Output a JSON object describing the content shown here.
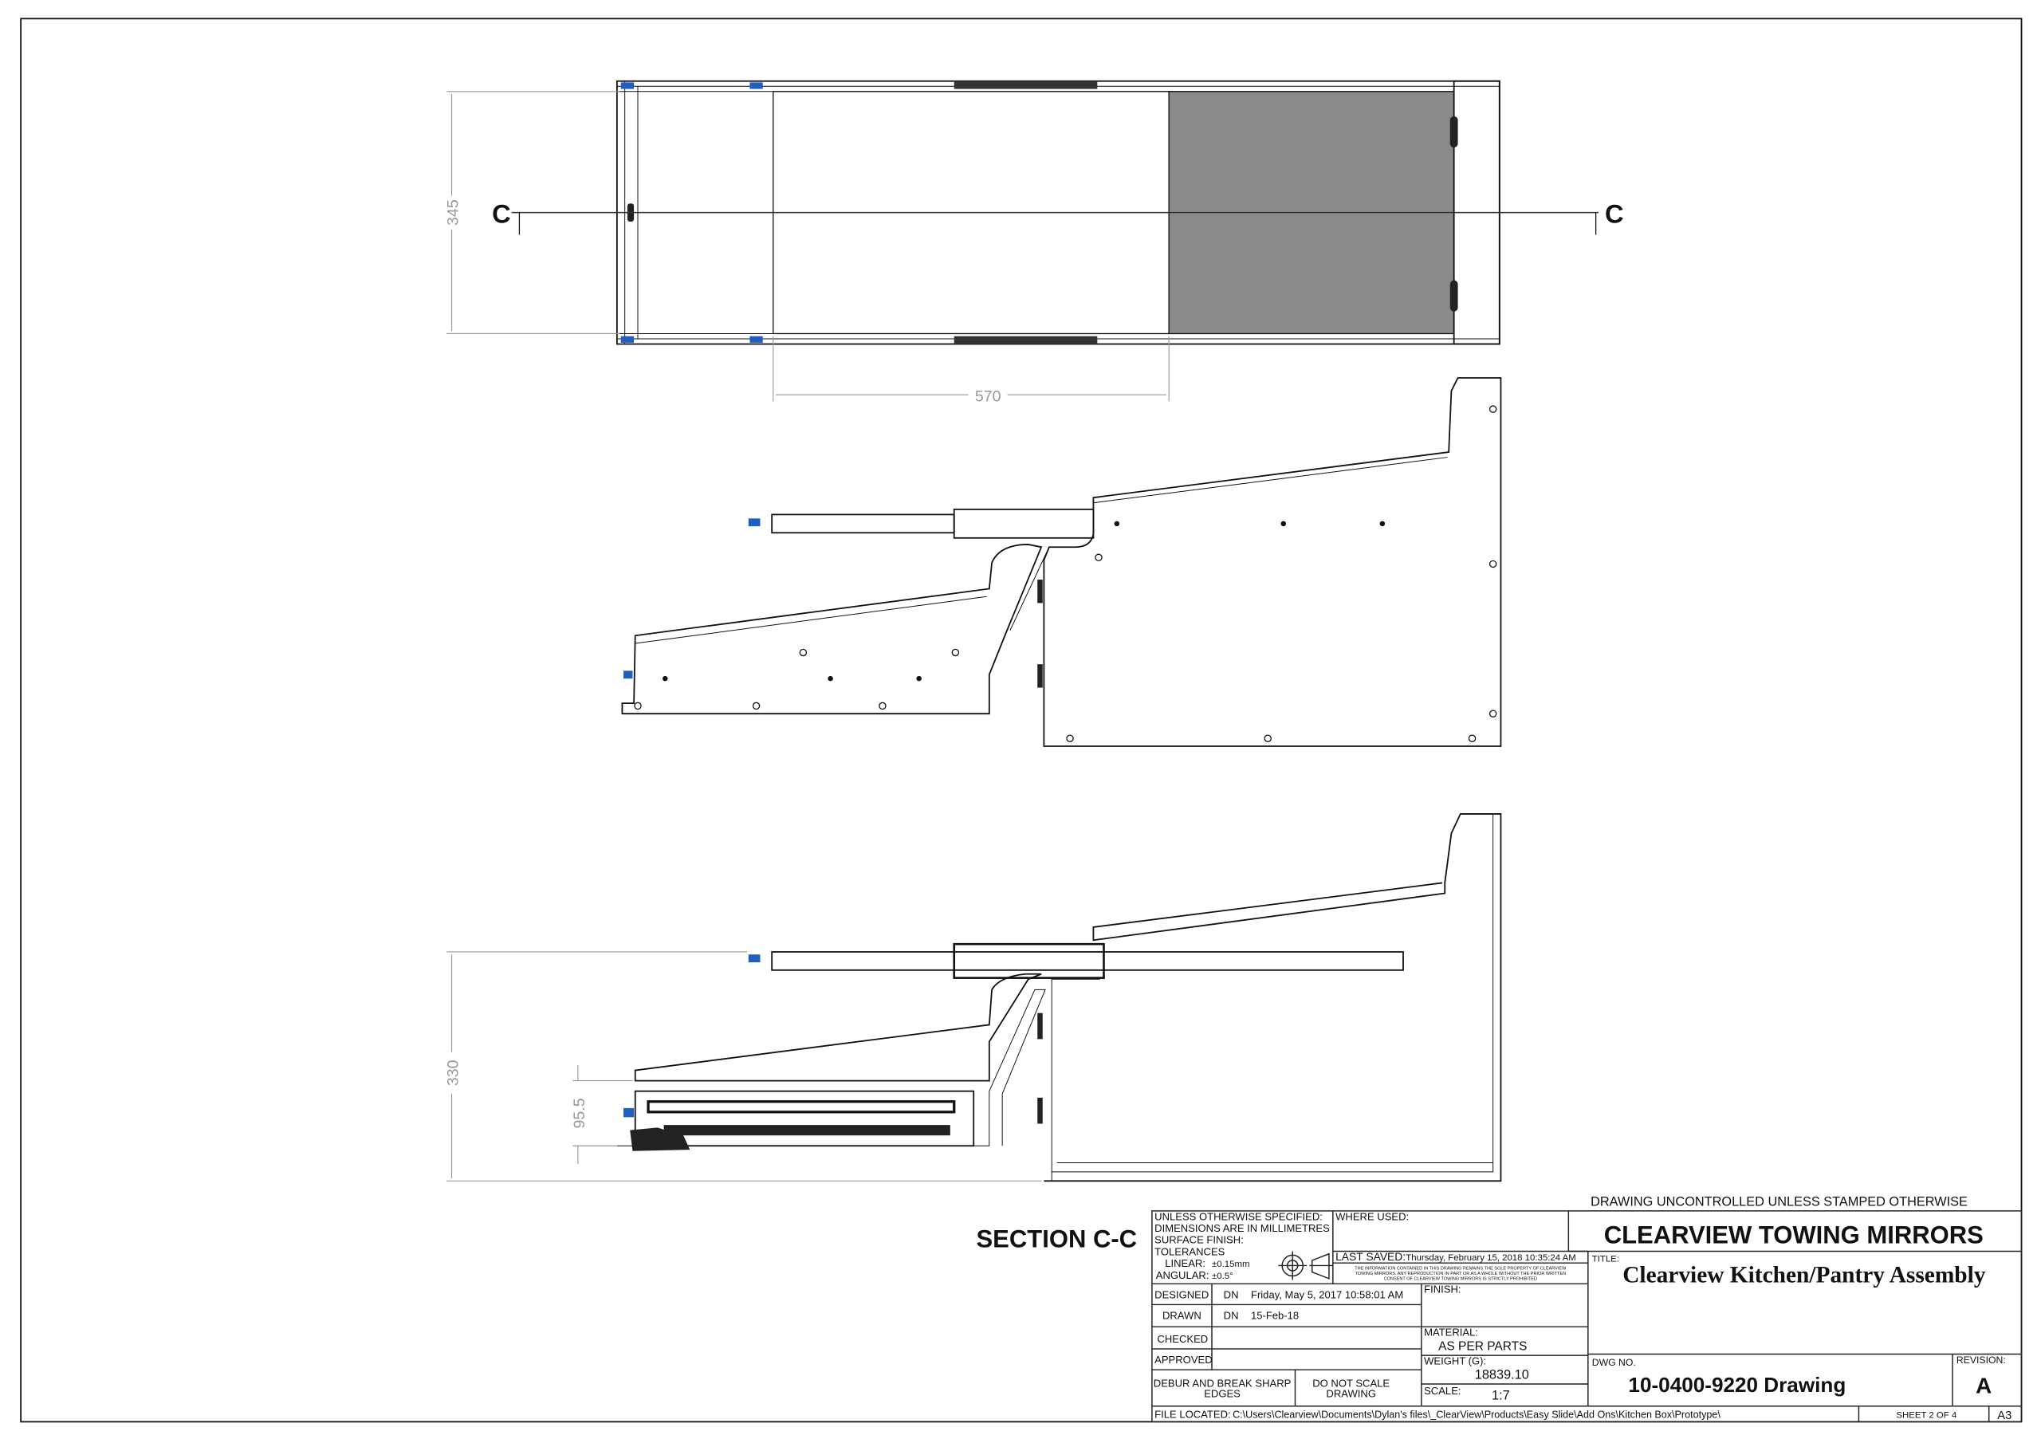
{
  "drawing": {
    "section_marker": "C",
    "section_label": "SECTION C-C",
    "dimensions": {
      "width_top": "345",
      "drawer_extension": "570",
      "height_total": "330",
      "drawer_height": "95.5"
    },
    "colors": {
      "shelf_fill": "#8a8a8a",
      "slide_tip": "#1f5fbf",
      "line": "#111111",
      "dimension": "#999999"
    }
  },
  "title_block": {
    "uncontrolled_note": "DRAWING UNCONTROLLED UNLESS STAMPED OTHERWISE",
    "spec_lines": [
      "UNLESS OTHERWISE SPECIFIED:",
      "DIMENSIONS ARE IN MILLIMETRES",
      "SURFACE FINISH:",
      "TOLERANCES"
    ],
    "linear_label": "LINEAR:",
    "linear_value": "±0.15mm",
    "angular_label": "ANGULAR:",
    "angular_value": "±0.5°",
    "where_used_label": "WHERE USED:",
    "last_saved_label": "LAST SAVED:",
    "last_saved_value": "Thursday, February 15, 2018 10:35:24 AM",
    "notice_lines": [
      "THE INFORMATION CONTAINED IN THIS DRAWING REMAINS THE SOLE PROPERTY OF CLEARVIEW",
      "TOWING MIRRORS. ANY REPRODUCTION IN PART OR AS A WHOLE WITHOUT THE PRIOR WRITTEN",
      "CONSENT OF CLEARVIEW TOWING MIRRORS IS STRICTLY PROHIBITED"
    ],
    "designed_label": "DESIGNED",
    "designed_by": "DN",
    "designed_date": "Friday, May 5, 2017 10:58:01 AM",
    "drawn_label": "DRAWN",
    "drawn_by": "DN",
    "drawn_date": "15-Feb-18",
    "checked_label": "CHECKED",
    "approved_label": "APPROVED",
    "debur_lines": [
      "DEBUR AND BREAK SHARP",
      "EDGES"
    ],
    "no_scale_lines": [
      "DO NOT SCALE",
      "DRAWING"
    ],
    "finish_label": "FINISH:",
    "material_label": "MATERIAL:",
    "material_value": "AS PER PARTS",
    "weight_label": "WEIGHT (G):",
    "weight_value": "18839.10",
    "scale_label": "SCALE:",
    "scale_value": "1:7",
    "company": "CLEARVIEW TOWING MIRRORS",
    "title_label": "TITLE:",
    "title_value": "Clearview Kitchen/Pantry Assembly",
    "dwg_no_label": "DWG NO.",
    "dwg_no_value": "10-0400-9220 Drawing",
    "revision_label": "REVISION:",
    "revision_value": "A",
    "file_located_label": "FILE LOCATED:",
    "file_located_value": "C:\\Users\\Clearview\\Documents\\Dylan's files\\_ClearView\\Products\\Easy Slide\\Add Ons\\Kitchen Box\\Prototype\\",
    "sheet": "SHEET 2 OF 4",
    "paper_size": "A3"
  }
}
